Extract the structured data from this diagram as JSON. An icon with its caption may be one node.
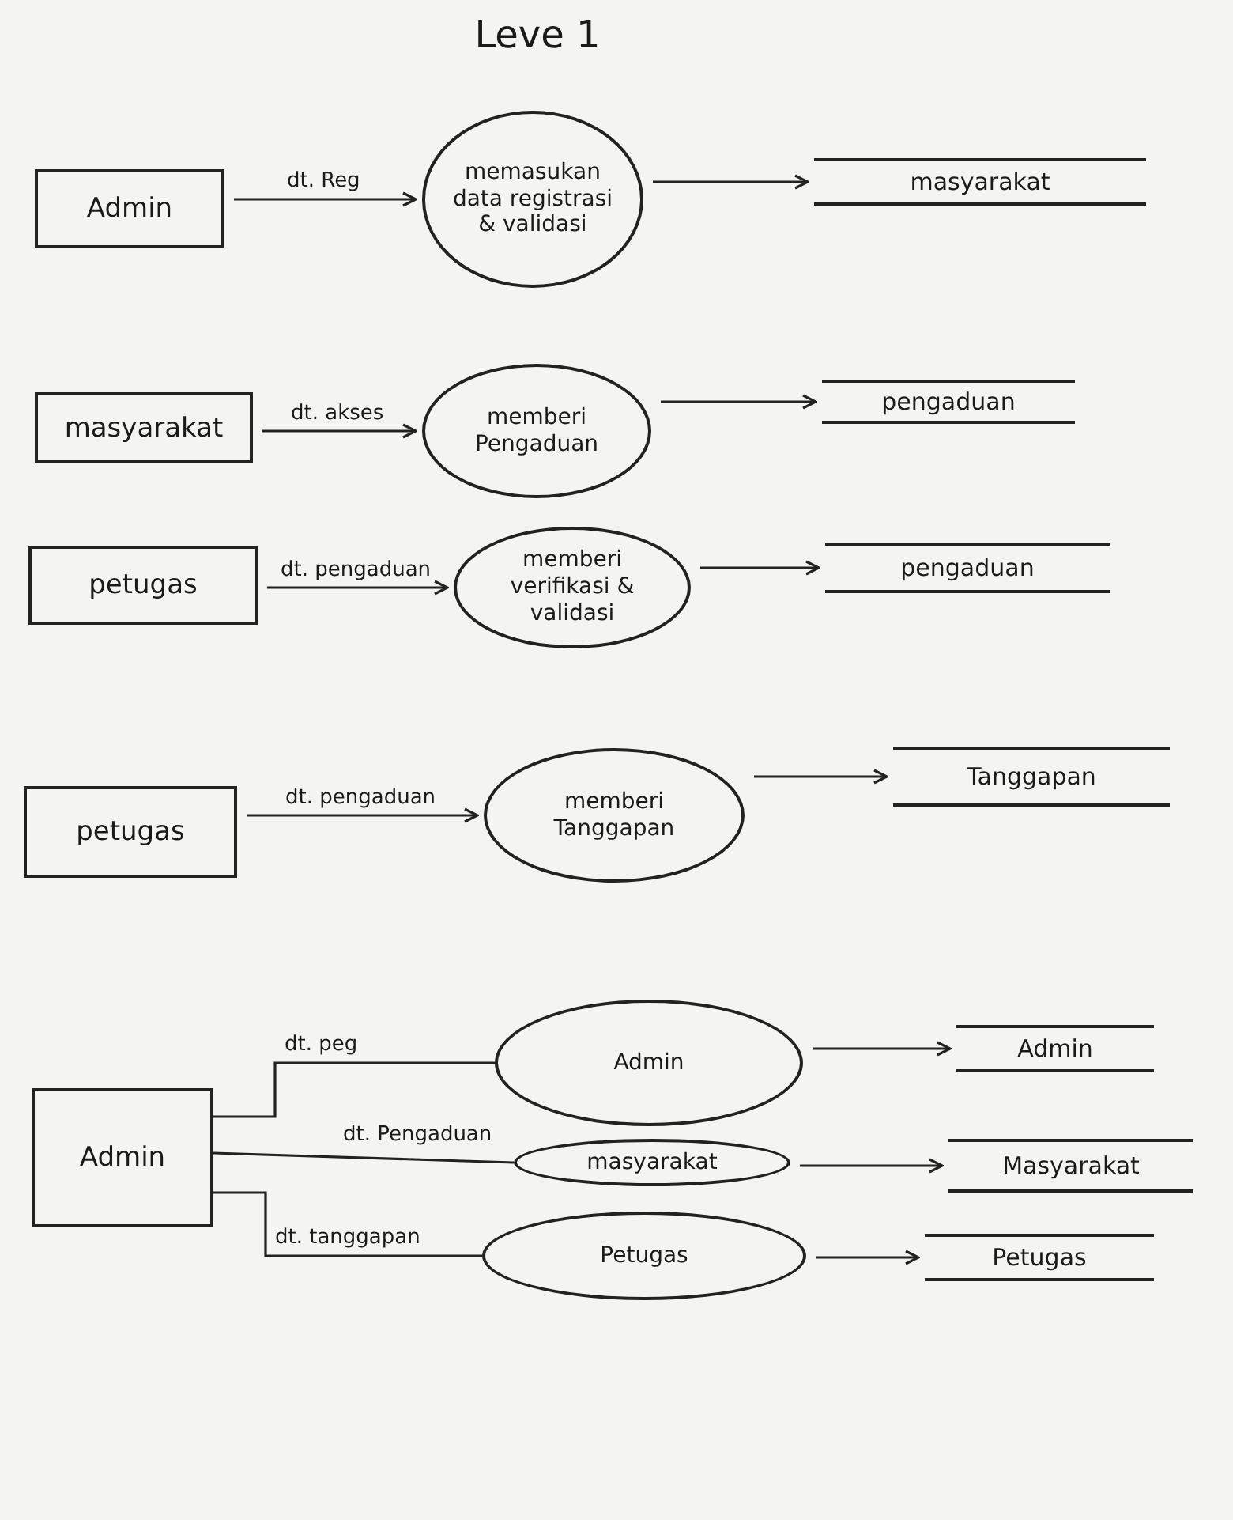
{
  "diagram": {
    "title": "Leve 1",
    "nodes": [
      {
        "text": [
          "Admin"
        ]
      },
      {
        "text": [
          "memasukan data registrasi & validasi"
        ]
      },
      {
        "text": [
          "masyarakat"
        ]
      },
      {
        "text": [
          "masyarakat"
        ]
      },
      {
        "text": [
          "memberi Pengaduan"
        ]
      },
      {
        "text": [
          "pengaduan"
        ]
      },
      {
        "text": [
          "petugas"
        ]
      },
      {
        "text": [
          "memberi verifikasi & validasi"
        ]
      },
      {
        "text": [
          "pengaduan"
        ]
      },
      {
        "text": [
          "petugas"
        ]
      },
      {
        "text": [
          "memberi Tanggapan"
        ]
      },
      {
        "text": [
          "Tanggapan"
        ]
      },
      {
        "text": [
          "Admin"
        ]
      },
      {
        "text": [
          "Admin"
        ]
      },
      {
        "text": [
          "masyarakat"
        ]
      },
      {
        "text": [
          "Petugas"
        ]
      },
      {
        "text": [
          "Admin"
        ]
      },
      {
        "text": [
          "Masyarakat"
        ]
      },
      {
        "text": [
          "Petugas"
        ]
      }
    ],
    "edges": [
      {
        "from": 0,
        "to": 1,
        "arrow": "to",
        "label": "dt. Reg"
      },
      {
        "from": 1,
        "to": 2,
        "arrow": "to"
      },
      {
        "from": 3,
        "to": 4,
        "arrow": "to",
        "label": "dt. akses"
      },
      {
        "from": 4,
        "to": 5,
        "arrow": "to"
      },
      {
        "from": 6,
        "to": 7,
        "arrow": "to",
        "label": "dt. pengaduan"
      },
      {
        "from": 7,
        "to": 8,
        "arrow": "to"
      },
      {
        "from": 9,
        "to": 10,
        "arrow": "to",
        "label": "dt. pengaduan"
      },
      {
        "from": 10,
        "to": 11,
        "arrow": "to"
      },
      {
        "from": 12,
        "to": 13,
        "arrow": "none",
        "label": "dt. peg"
      },
      {
        "from": 12,
        "to": 14,
        "arrow": "none",
        "label": "dt. Pengaduan"
      },
      {
        "from": 12,
        "to": 15,
        "arrow": "none",
        "label": "dt. tanggapan"
      },
      {
        "from": 13,
        "to": 16,
        "arrow": "to"
      },
      {
        "from": 14,
        "to": 17,
        "arrow": "to"
      },
      {
        "from": 15,
        "to": 18,
        "arrow": "to"
      }
    ]
  }
}
